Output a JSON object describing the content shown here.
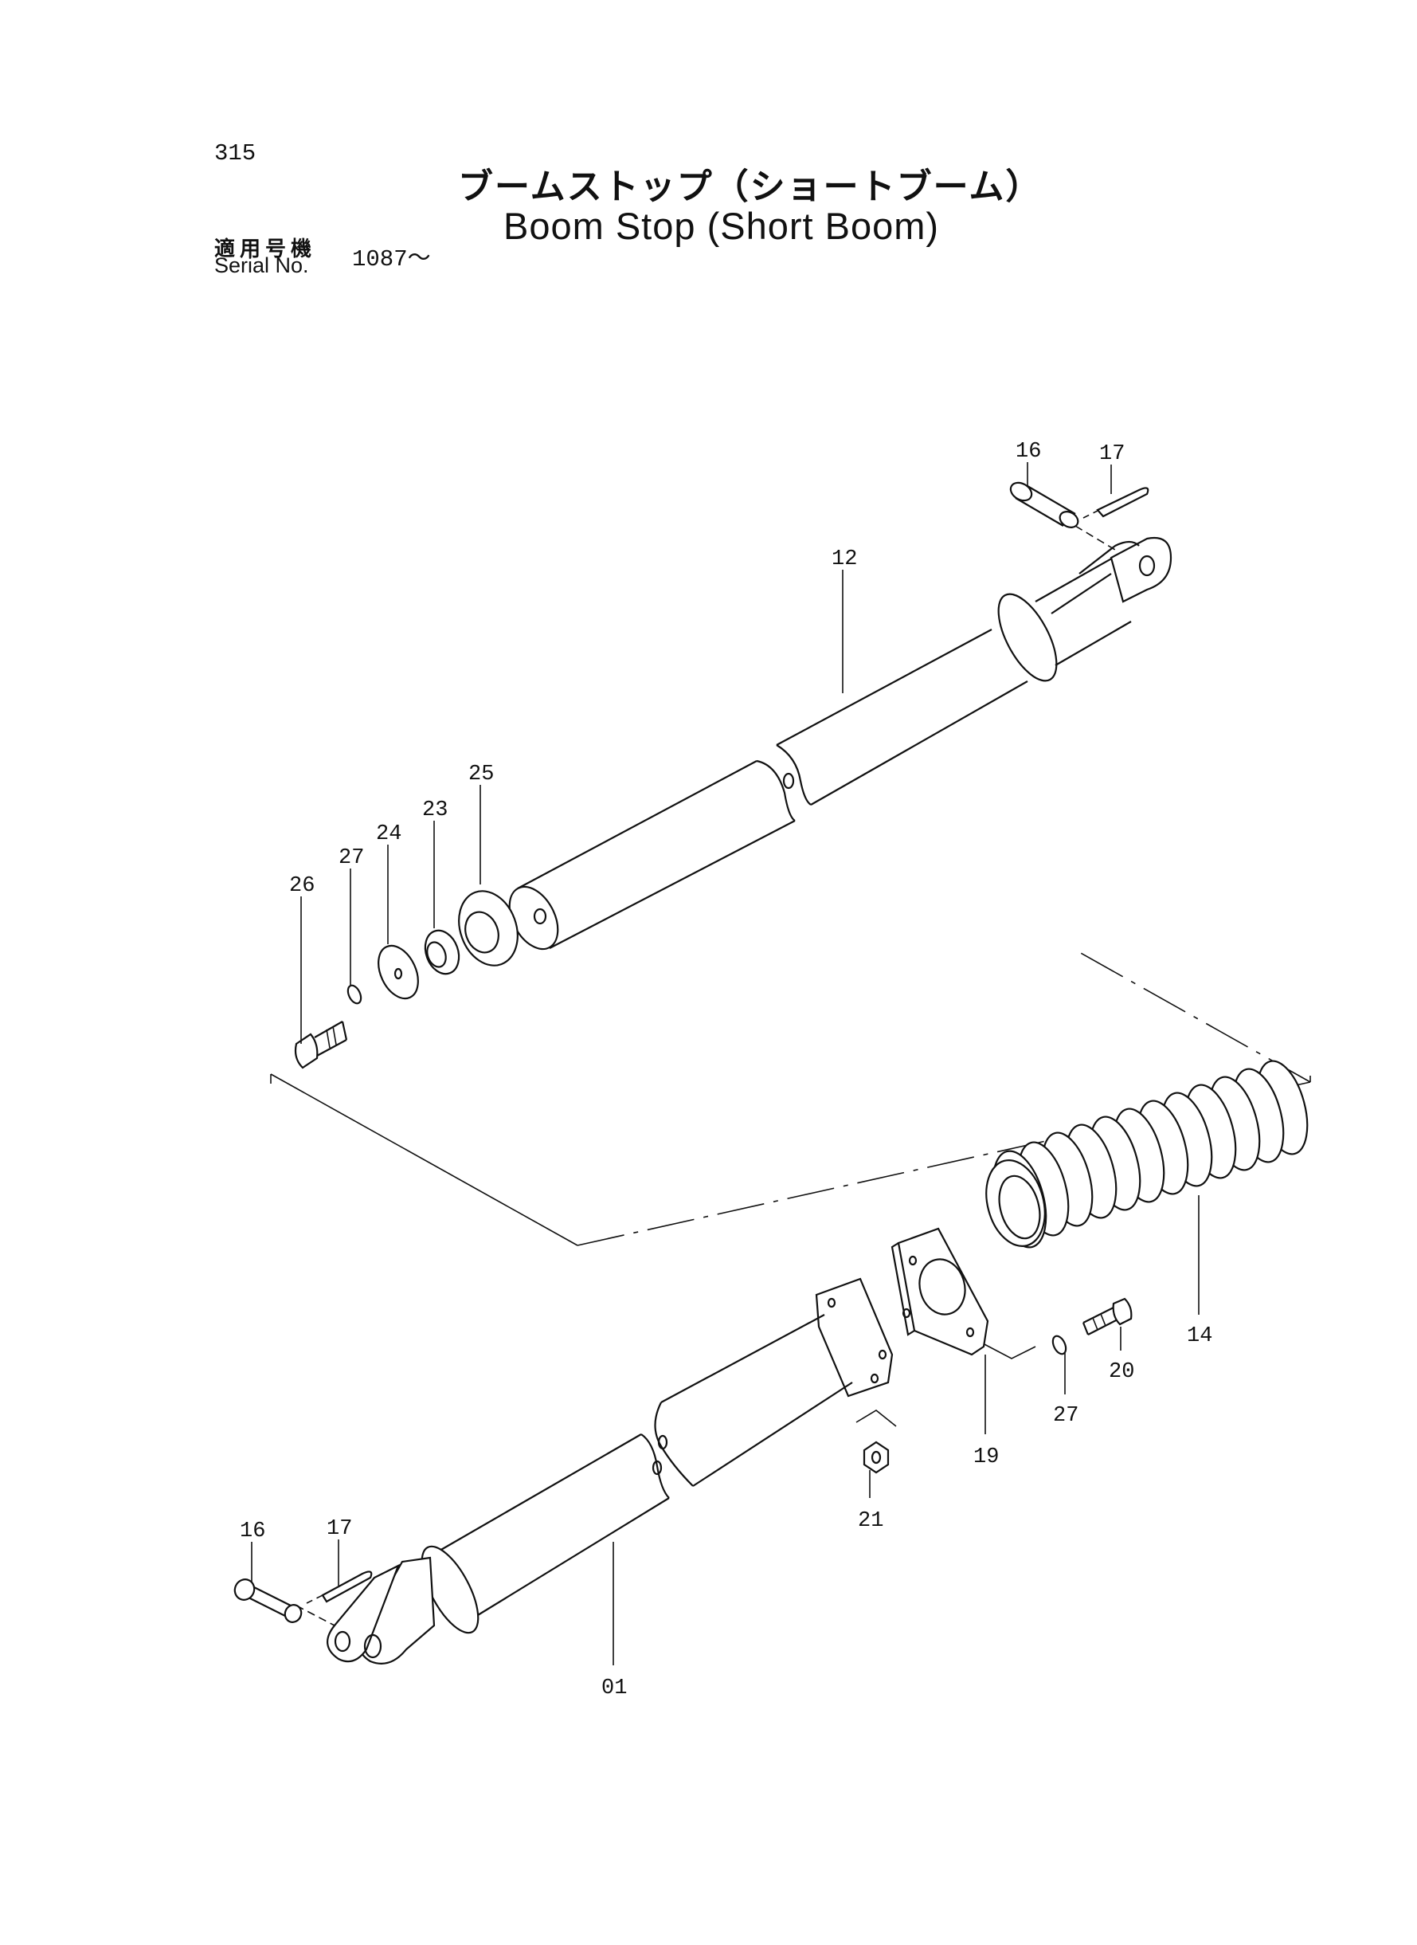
{
  "header": {
    "page_number": "315",
    "title_jp": "ブームストップ（ショートブーム）",
    "title_en": "Boom Stop (Short Boom)",
    "serial_label_jp": "適用号機",
    "serial_label_en": "Serial No.",
    "serial_value": "1087～"
  },
  "callouts": {
    "c16_top": "16",
    "c17_top": "17",
    "c12": "12",
    "c25": "25",
    "c23": "23",
    "c24": "24",
    "c27_top": "27",
    "c26": "26",
    "c14": "14",
    "c20": "20",
    "c27_bottom": "27",
    "c19": "19",
    "c21": "21",
    "c16_bottom": "16",
    "c17_bottom": "17",
    "c01": "01"
  }
}
